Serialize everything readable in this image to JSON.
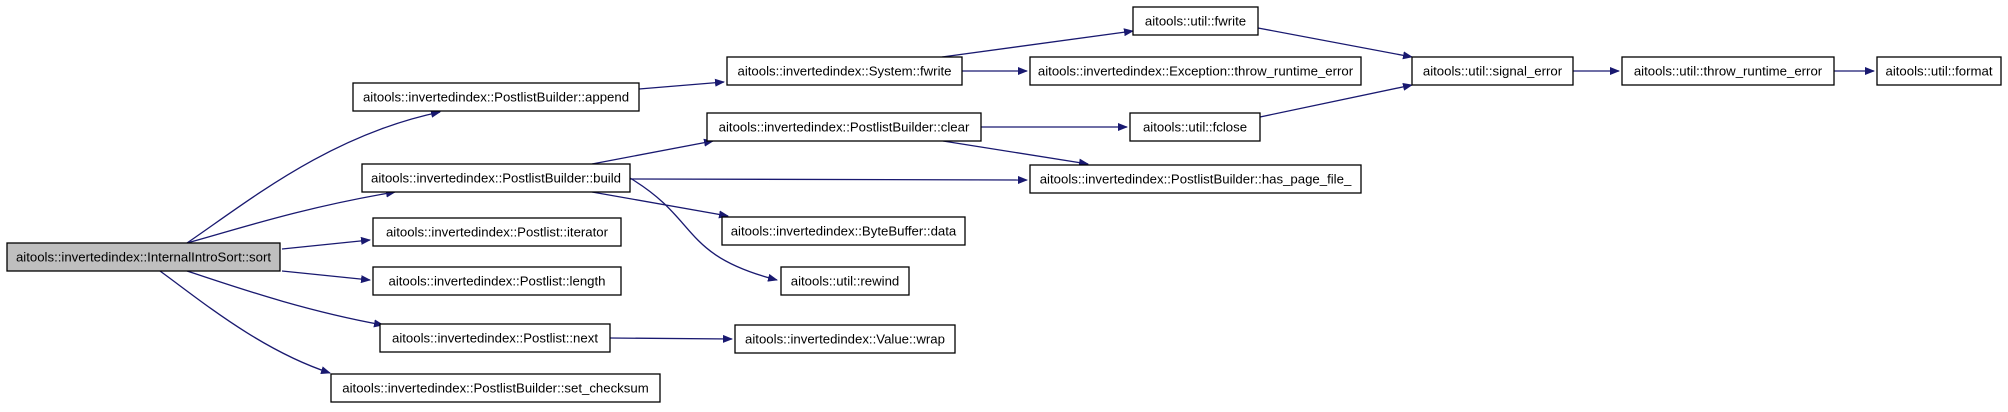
{
  "graph": {
    "nodes": [
      {
        "id": "sort",
        "label": "aitools::invertedindex::InternalIntroSort::sort",
        "highlighted": true
      },
      {
        "id": "append",
        "label": "aitools::invertedindex::PostlistBuilder::append"
      },
      {
        "id": "build",
        "label": "aitools::invertedindex::PostlistBuilder::build"
      },
      {
        "id": "iterator",
        "label": "aitools::invertedindex::Postlist::iterator"
      },
      {
        "id": "length",
        "label": "aitools::invertedindex::Postlist::length"
      },
      {
        "id": "next",
        "label": "aitools::invertedindex::Postlist::next"
      },
      {
        "id": "set_checksum",
        "label": "aitools::invertedindex::PostlistBuilder::set_checksum"
      },
      {
        "id": "sys_fwrite",
        "label": "aitools::invertedindex::System::fwrite"
      },
      {
        "id": "clear",
        "label": "aitools::invertedindex::PostlistBuilder::clear"
      },
      {
        "id": "data",
        "label": "aitools::invertedindex::ByteBuffer::data"
      },
      {
        "id": "rewind",
        "label": "aitools::util::rewind"
      },
      {
        "id": "wrap",
        "label": "aitools::invertedindex::Value::wrap"
      },
      {
        "id": "util_fwrite",
        "label": "aitools::util::fwrite"
      },
      {
        "id": "exc_throw",
        "label": "aitools::invertedindex::Exception::throw_runtime_error"
      },
      {
        "id": "fclose",
        "label": "aitools::util::fclose"
      },
      {
        "id": "has_page_file",
        "label": "aitools::invertedindex::PostlistBuilder::has_page_file_"
      },
      {
        "id": "signal_error",
        "label": "aitools::util::signal_error"
      },
      {
        "id": "util_throw",
        "label": "aitools::util::throw_runtime_error"
      },
      {
        "id": "format",
        "label": "aitools::util::format"
      }
    ],
    "edges": [
      {
        "from": "sort",
        "to": "append"
      },
      {
        "from": "sort",
        "to": "build"
      },
      {
        "from": "sort",
        "to": "iterator"
      },
      {
        "from": "sort",
        "to": "length"
      },
      {
        "from": "sort",
        "to": "next"
      },
      {
        "from": "sort",
        "to": "set_checksum"
      },
      {
        "from": "append",
        "to": "sys_fwrite"
      },
      {
        "from": "build",
        "to": "clear"
      },
      {
        "from": "build",
        "to": "has_page_file"
      },
      {
        "from": "build",
        "to": "data"
      },
      {
        "from": "build",
        "to": "rewind"
      },
      {
        "from": "next",
        "to": "wrap"
      },
      {
        "from": "sys_fwrite",
        "to": "util_fwrite"
      },
      {
        "from": "sys_fwrite",
        "to": "exc_throw"
      },
      {
        "from": "clear",
        "to": "fclose"
      },
      {
        "from": "clear",
        "to": "has_page_file"
      },
      {
        "from": "util_fwrite",
        "to": "signal_error"
      },
      {
        "from": "fclose",
        "to": "signal_error"
      },
      {
        "from": "signal_error",
        "to": "util_throw"
      },
      {
        "from": "util_throw",
        "to": "format"
      }
    ]
  },
  "colors": {
    "edge": "#191970",
    "node_fill": "#ffffff",
    "highlight_fill": "#bfbfbf",
    "border": "#000000"
  }
}
